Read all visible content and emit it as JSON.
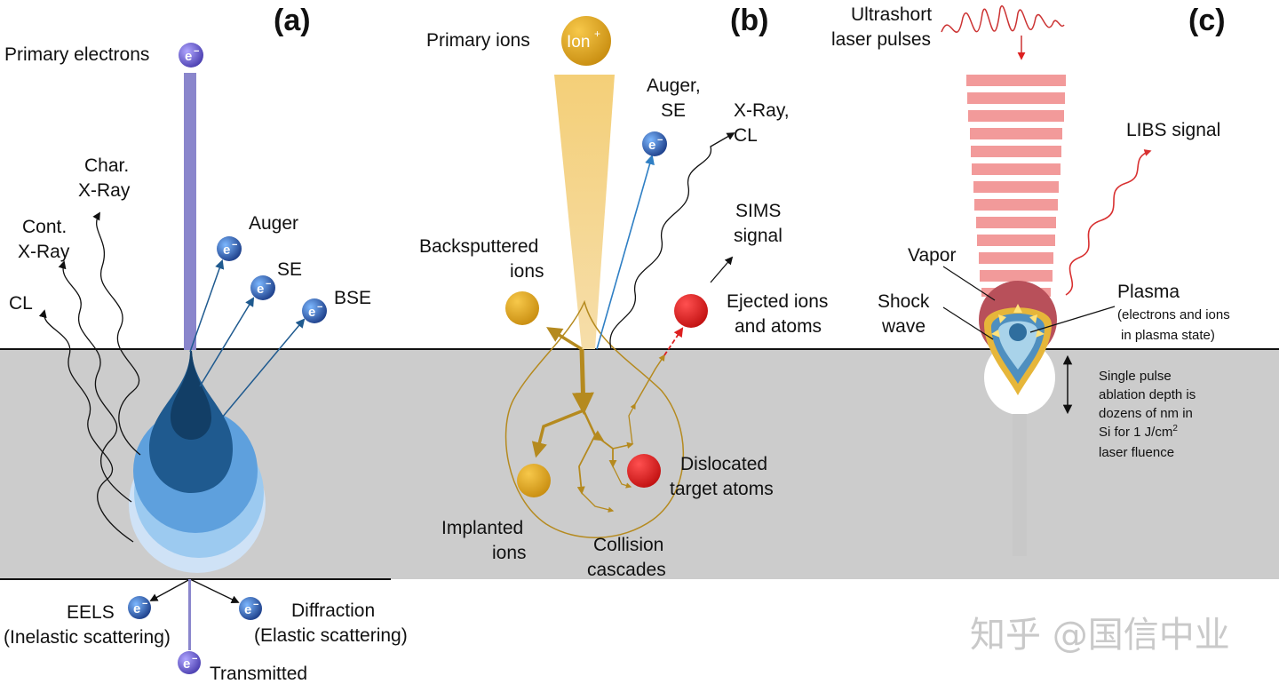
{
  "panels": {
    "a": {
      "label": "(a)",
      "primary": "Primary electrons",
      "cl": "CL",
      "cont_xray": [
        "Cont.",
        "X-Ray"
      ],
      "char_xray": [
        "Char.",
        "X-Ray"
      ],
      "auger": "Auger",
      "se": "SE",
      "bse": "BSE",
      "eels": [
        "EELS",
        "(Inelastic scattering)"
      ],
      "diffraction": [
        "Diffraction",
        "(Elastic scattering)"
      ],
      "transmitted": "Transmitted"
    },
    "b": {
      "label": "(b)",
      "primary": "Primary ions",
      "ion_symbol": "Ion",
      "ion_charge": "+",
      "auger_se": [
        "Auger,",
        "SE"
      ],
      "xray_cl": [
        "X-Ray,",
        "CL"
      ],
      "sims": [
        "SIMS",
        "signal"
      ],
      "backsputtered": [
        "Backsputtered",
        "ions"
      ],
      "ejected": [
        "Ejected ions",
        "and atoms"
      ],
      "dislocated": [
        "Dislocated",
        "target atoms"
      ],
      "implanted": [
        "Implanted",
        "ions"
      ],
      "collision": [
        "Collision",
        "cascades"
      ]
    },
    "c": {
      "label": "(c)",
      "laser": [
        "Ultrashort",
        "laser pulses"
      ],
      "libs": "LIBS signal",
      "vapor": "Vapor",
      "shock": [
        "Shock",
        "wave"
      ],
      "plasma": [
        "Plasma",
        "(electrons and ions",
        "in plasma state)"
      ],
      "depth_note": [
        "Single pulse",
        "ablation depth is",
        "dozens of nm in",
        "Si for 1 J/cm",
        "laser fluence"
      ],
      "depth_sup": "2"
    }
  },
  "electron_symbol": "e",
  "electron_charge": "−",
  "watermark": "知乎 @国信中业",
  "colors": {
    "substrate": "#cccccc",
    "electron_beam": "#8a86cc",
    "ion_beam": "#f0cf7e",
    "ion_ball": "#e3a61f",
    "red_ball": "#dd2020",
    "laser_stripe": "#f29a9a",
    "plasma_red": "#b8505a",
    "blue_dark": "#1f5a8f",
    "blue_mid": "#4a8fcc",
    "blue_light": "#9ccaf0"
  }
}
